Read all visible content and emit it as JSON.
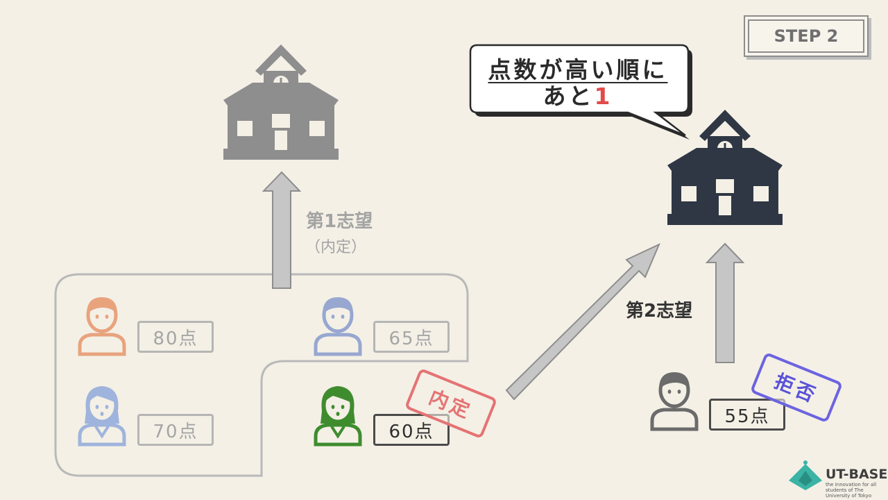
{
  "step": {
    "label": "STEP 2"
  },
  "bubble": {
    "line1": "点数が高い順に",
    "line2_prefix": "あと",
    "line2_highlight": "1"
  },
  "choices": {
    "first": {
      "label": "第1志望",
      "sub": "（内定）"
    },
    "second": {
      "label": "第2志望"
    }
  },
  "students": [
    {
      "score": "80点",
      "color": "#e8a37d",
      "gender": "male"
    },
    {
      "score": "65点",
      "color": "#97a7d0",
      "gender": "male"
    },
    {
      "score": "70点",
      "color": "#9fb4dc",
      "gender": "female"
    },
    {
      "score": "60点",
      "color": "#3f8c2f",
      "gender": "female"
    },
    {
      "score": "55点",
      "color": "#6b6b6b",
      "gender": "male"
    }
  ],
  "stamps": {
    "accepted": "内定",
    "rejected": "拒否"
  },
  "logo": {
    "name": "UT-BASE",
    "tagline": "the Innovation for all students of The University of Tokyo"
  },
  "colors": {
    "school_gray": "#8e8e8e",
    "school_dark": "#2f3744",
    "arrow_fill": "#c6c6c6",
    "arrow_stroke": "#8d8d8d",
    "group_outline": "#b9b9b9"
  }
}
